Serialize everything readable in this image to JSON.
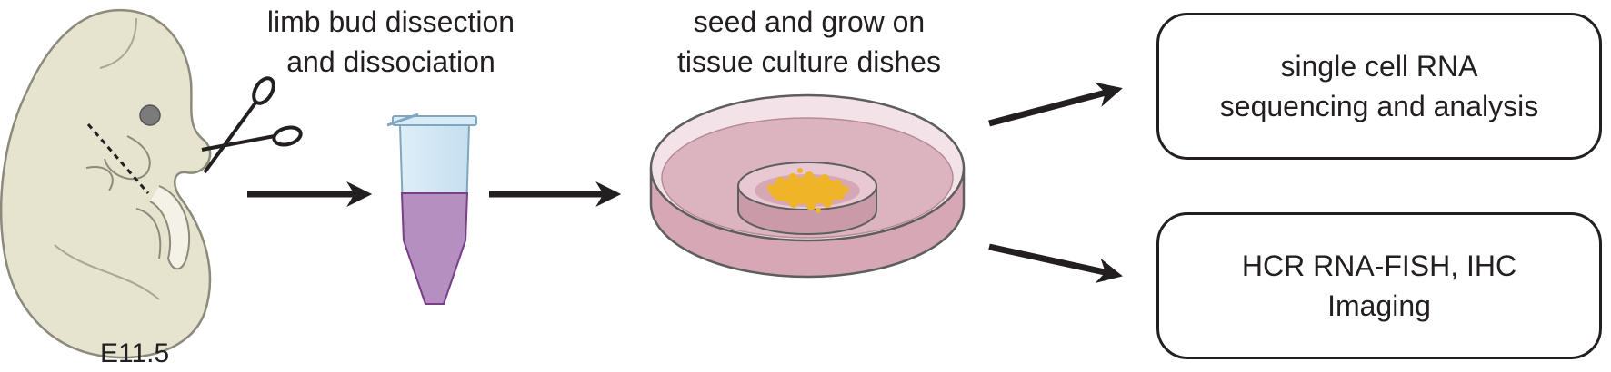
{
  "stages": {
    "embryo_label": "E11.5",
    "dissection_lines": [
      "limb bud dissection",
      "and dissociation"
    ],
    "culture_lines": [
      "seed and grow on",
      "tissue culture dishes"
    ]
  },
  "outputs": [
    {
      "lines": [
        "single cell RNA",
        "sequencing and analysis"
      ]
    },
    {
      "lines": [
        "HCR RNA-FISH, IHC",
        "Imaging"
      ]
    }
  ],
  "colors": {
    "embryo_fill": "#e6e3cf",
    "tube_liquid": "#b48fbf",
    "tube_top": "#cfe7f5",
    "dish_fill": "#dbb4bf",
    "cells": "#f0b429",
    "ink": "#231f20"
  },
  "icons": [
    "embryo-icon",
    "scissors-icon",
    "microtube-icon",
    "petri-dish-icon",
    "arrow-icon"
  ]
}
